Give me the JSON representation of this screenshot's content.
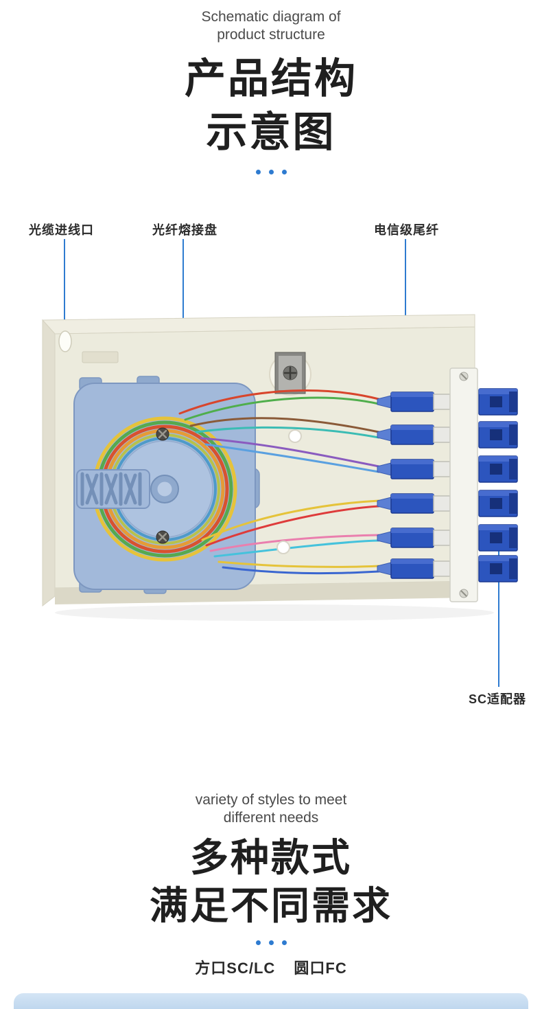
{
  "colors": {
    "accent": "#2e7bd0",
    "title": "#1f1f1f",
    "subtitle": "#4a4a4a",
    "label": "#2b2b2b",
    "box-top": "#f0eee2",
    "box-side": "#e2dfd0",
    "box-floor": "#ecebdd",
    "box-lip": "#dbd8c7",
    "box-edge": "#d6d3c2",
    "tray": "#a2b9da",
    "tray-edge": "#7d97c0",
    "tray-inner": "#aec3e0",
    "tray-tab": "#8fa9cd",
    "connector": "#2c55be",
    "connector-dark": "#1c3a90",
    "connector-light": "#4a6fd0",
    "boot": "#5b7fd4",
    "face": "#e9e9e5",
    "panel": "#f4f4ee",
    "next-card": "#d4e5f5"
  },
  "header": {
    "subtitle_line1": "Schematic diagram of",
    "subtitle_line2": "product structure",
    "title_line1": "产品结构",
    "title_line2": "示意图"
  },
  "callouts": {
    "cable_entry": "光缆进线口",
    "splice_tray": "光纤熔接盘",
    "pigtail": "电信级尾纤",
    "adapter": "SC适配器"
  },
  "illustration": {
    "fiber_colors": [
      "#d8452c",
      "#4fae4c",
      "#8a5a38",
      "#3bbcb4",
      "#8a5bbf",
      "#5aa0e0",
      "#e5c33a",
      "#de3b3b",
      "#ea7fae",
      "#45c2dc",
      "#e5c33a",
      "#3a66d0"
    ],
    "ring_colors": [
      "#e6c33a",
      "#57a94e",
      "#d8522f",
      "#e59b36",
      "#b7c24c",
      "#4e9ac9"
    ]
  },
  "bottom": {
    "subtitle_line1": "variety of styles to meet",
    "subtitle_line2": "different needs",
    "title_line1": "多种款式",
    "title_line2": "满足不同需求",
    "port_left": "方口SC/LC",
    "port_right": "圆口FC"
  }
}
